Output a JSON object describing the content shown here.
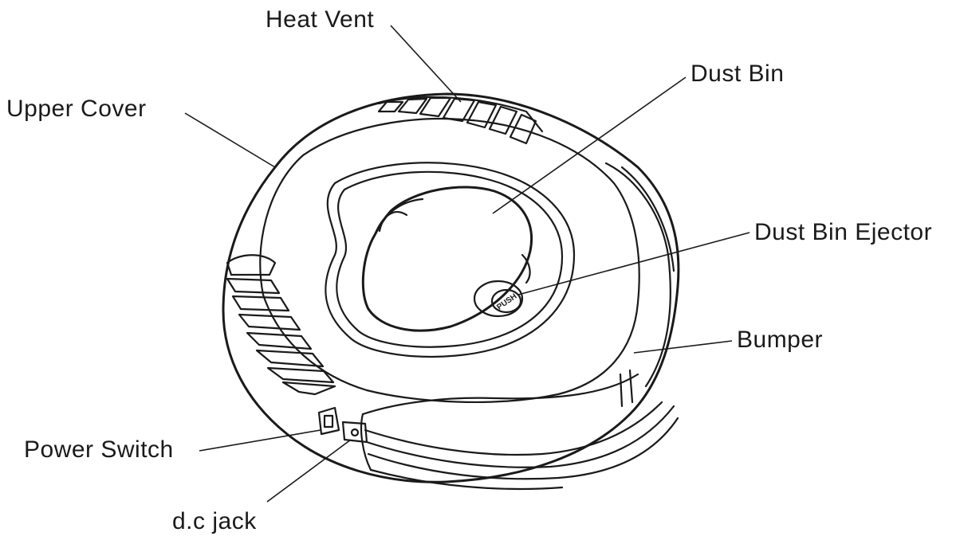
{
  "labels": {
    "heat_vent": "Heat Vent",
    "dust_bin": "Dust Bin",
    "upper_cover": "Upper Cover",
    "dust_bin_ejector": "Dust Bin Ejector",
    "bumper": "Bumper",
    "power_switch": "Power Switch",
    "dc_jack": "d.c jack",
    "push_button": "PUSH"
  }
}
